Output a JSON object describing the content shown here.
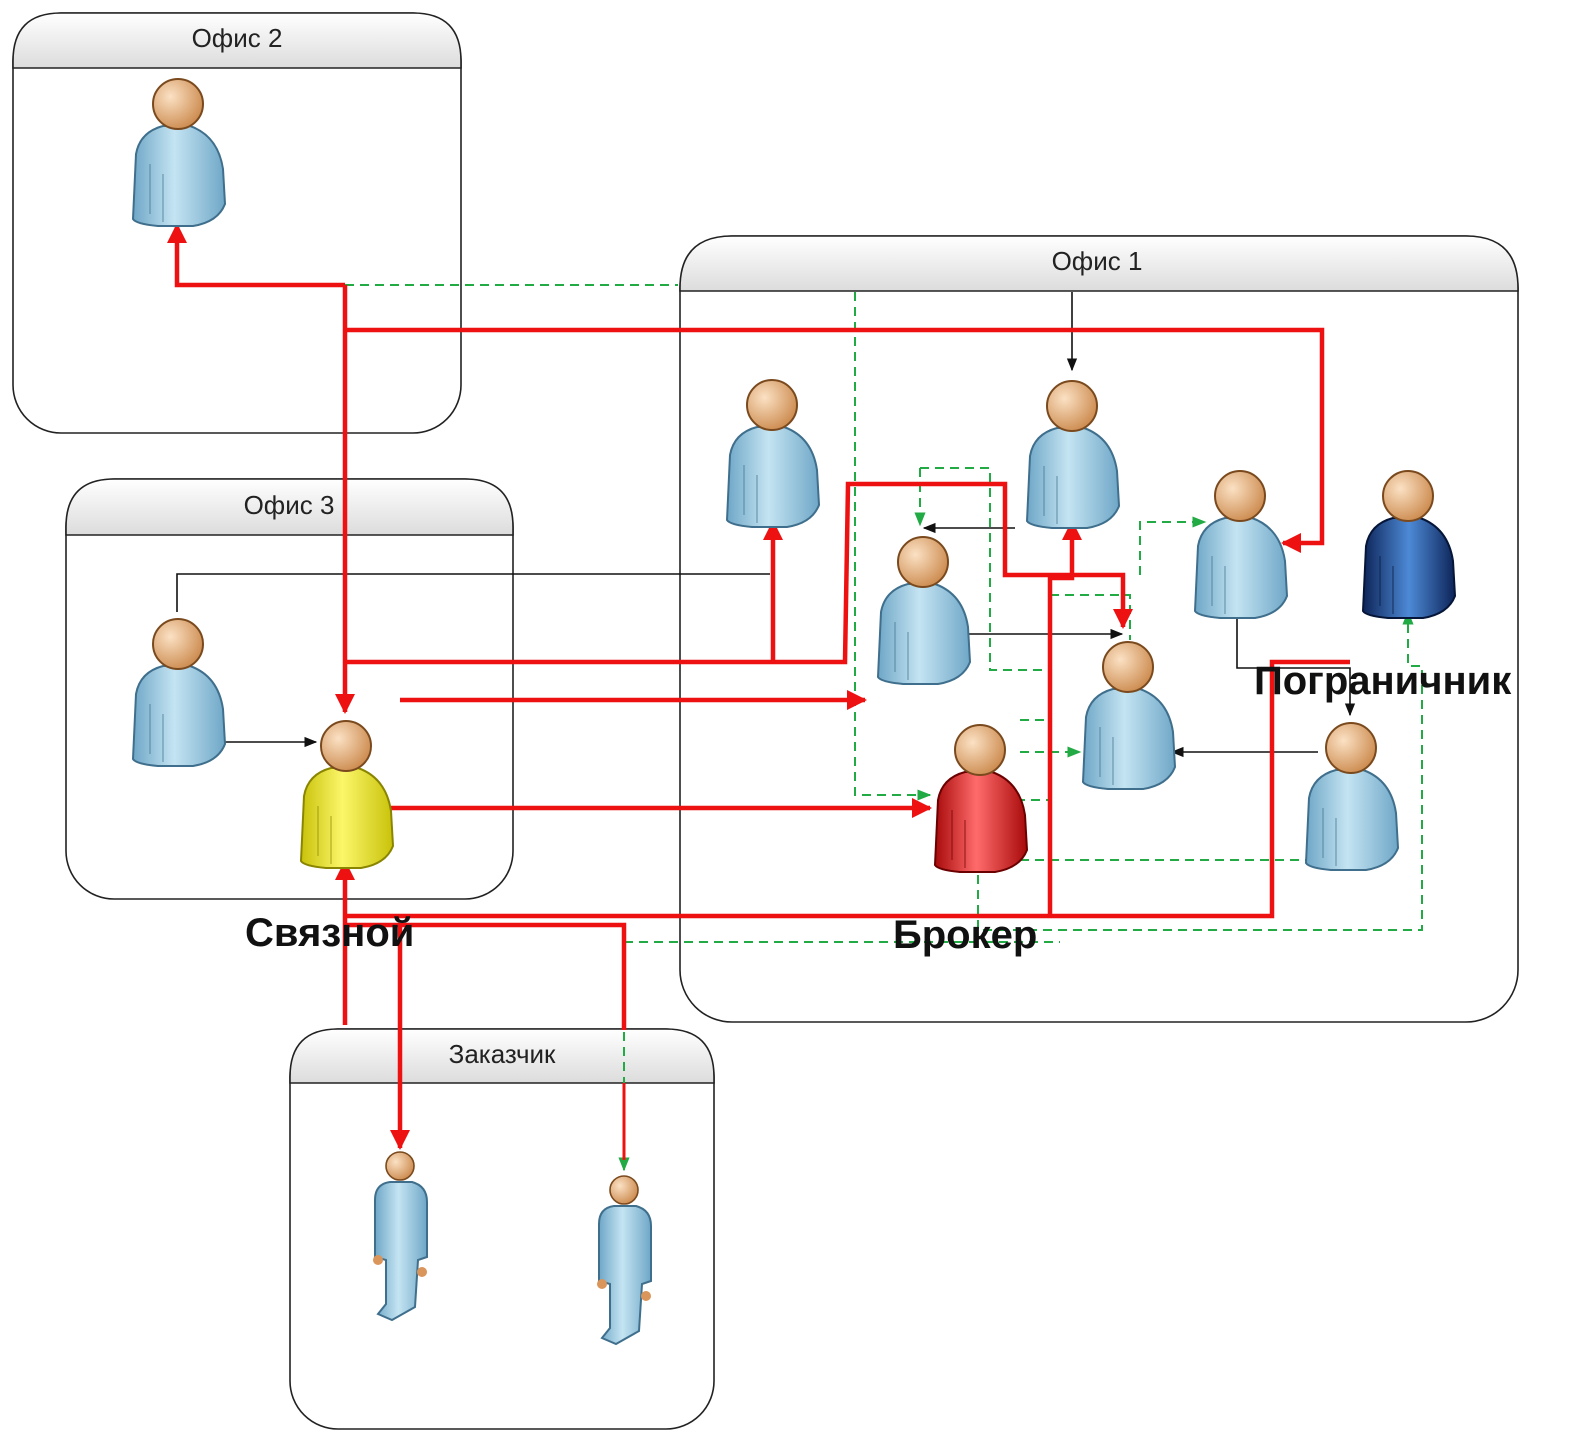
{
  "groups": {
    "office2": {
      "title": "Офис 2"
    },
    "office1": {
      "title": "Офис 1"
    },
    "office3": {
      "title": "Офис 3"
    },
    "customer": {
      "title": "Заказчик"
    }
  },
  "labels": {
    "courier": "Связной",
    "broker": "Брокер",
    "border_guard": "Пограничник"
  },
  "colors": {
    "primary_flow": "#ee1111",
    "secondary_flow": "#22aa44",
    "control_flow": "#111111",
    "person_default": "#9ccde3",
    "person_courier": "#f2ea1a",
    "person_broker": "#e31a1a",
    "person_dark": "#1c3a80",
    "head": "#e5a874",
    "group_header": "#e6e6e6"
  },
  "icons": {
    "person": "user-icon",
    "standing_person": "standing-person-icon"
  }
}
